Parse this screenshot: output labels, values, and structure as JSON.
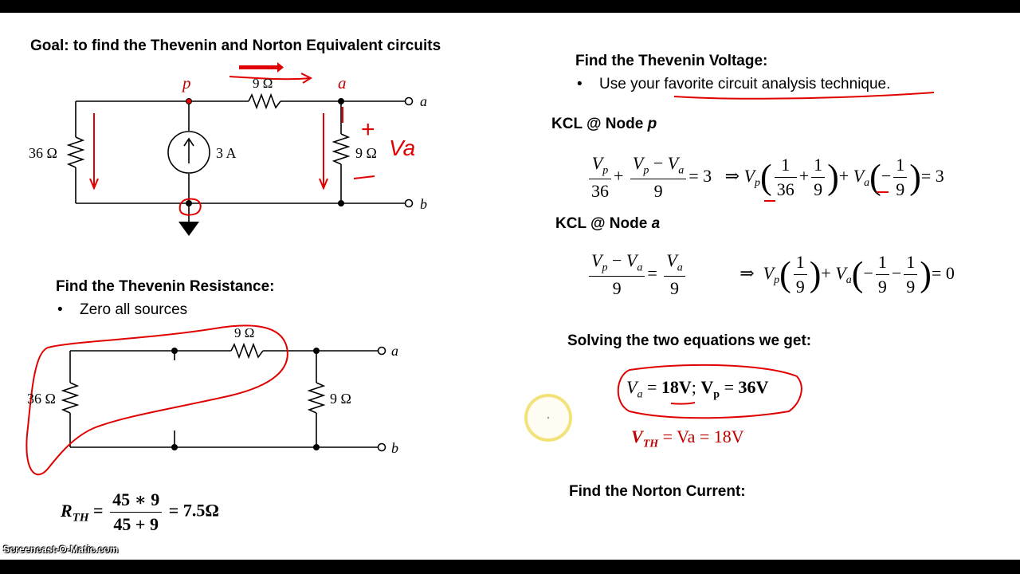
{
  "goal": "Goal: to find the Thevenin and Norton Equivalent circuits",
  "circuit1": {
    "node_p": "p",
    "node_a": "a",
    "r_series": "9 Ω",
    "r_left": "36 Ω",
    "source": "3 A",
    "r_right": "9 Ω",
    "term_a": "a",
    "term_b": "b",
    "annot_plus": "+",
    "annot_va": "Va",
    "annot_minus": "—"
  },
  "thevenin_resistance": {
    "heading": "Find the Thevenin Resistance:",
    "bullet": "Zero all sources"
  },
  "circuit2": {
    "r_series": "9 Ω",
    "r_left": "36 Ω",
    "r_right": "9 Ω",
    "term_a": "a",
    "term_b": "b"
  },
  "rth_formula": {
    "lhs": "R",
    "lhs_sub": "TH",
    "num": "45 ∗ 9",
    "den": "45 + 9",
    "result": "= 7.5Ω"
  },
  "thevenin_voltage": {
    "heading": "Find the Thevenin Voltage:",
    "bullet": "Use your favorite circuit analysis technique."
  },
  "kcl_p": {
    "heading_prefix": "KCL @ Node ",
    "heading_var": "p"
  },
  "kcl_a": {
    "heading_prefix": "KCL @ Node ",
    "heading_var": "a"
  },
  "solve": {
    "heading": "Solving the two equations we get:",
    "va": "18V",
    "vp": "36V",
    "vth_result": "= Va = 18V"
  },
  "norton": {
    "heading": "Find the Norton Current:"
  },
  "watermark": "Screencast-O-Matic.com",
  "colors": {
    "annotation_red": "#e00000",
    "cursor_yellow": "#f2e27a"
  }
}
